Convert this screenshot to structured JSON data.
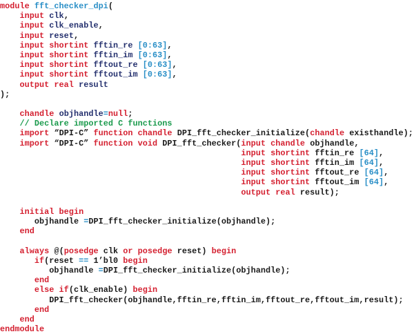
{
  "colors": {
    "keyword": "#d41f2f",
    "identifier": "#24306e",
    "literal": "#2a8fc7",
    "comment": "#1a9a4c",
    "plain": "#1a1a1a"
  },
  "lines": [
    [
      {
        "t": "module ",
        "k": "k"
      },
      {
        "t": "fft_checker_dpi",
        "k": "n"
      },
      {
        "t": "(",
        "k": "p"
      }
    ],
    [
      {
        "t": "    input ",
        "k": "k"
      },
      {
        "t": "clk",
        "k": "i"
      },
      {
        "t": ",",
        "k": "p"
      }
    ],
    [
      {
        "t": "    input ",
        "k": "k"
      },
      {
        "t": "clk_enable",
        "k": "i"
      },
      {
        "t": ",",
        "k": "p"
      }
    ],
    [
      {
        "t": "    input ",
        "k": "k"
      },
      {
        "t": "reset",
        "k": "i"
      },
      {
        "t": ",",
        "k": "p"
      }
    ],
    [
      {
        "t": "    input shortint ",
        "k": "k"
      },
      {
        "t": "fftin_re ",
        "k": "i"
      },
      {
        "t": "[0:63]",
        "k": "n"
      },
      {
        "t": ",",
        "k": "p"
      }
    ],
    [
      {
        "t": "    input shortint ",
        "k": "k"
      },
      {
        "t": "fftin_im ",
        "k": "i"
      },
      {
        "t": "[0:63]",
        "k": "n"
      },
      {
        "t": ",",
        "k": "p"
      }
    ],
    [
      {
        "t": "    input shortint ",
        "k": "k"
      },
      {
        "t": "fftout_re ",
        "k": "i"
      },
      {
        "t": "[0:63]",
        "k": "n"
      },
      {
        "t": ",",
        "k": "p"
      }
    ],
    [
      {
        "t": "    input shortint ",
        "k": "k"
      },
      {
        "t": "fftout_im ",
        "k": "i"
      },
      {
        "t": "[0:63]",
        "k": "n"
      },
      {
        "t": ",",
        "k": "p"
      }
    ],
    [
      {
        "t": "    output real ",
        "k": "k"
      },
      {
        "t": "result",
        "k": "i"
      }
    ],
    [
      {
        "t": ");",
        "k": "p"
      }
    ],
    [],
    [
      {
        "t": "    chandle ",
        "k": "k"
      },
      {
        "t": "objhandle",
        "k": "i"
      },
      {
        "t": "=",
        "k": "n"
      },
      {
        "t": "null",
        "k": "k"
      },
      {
        "t": ";",
        "k": "p"
      }
    ],
    [
      {
        "t": "    // Declare imported C functions",
        "k": "c"
      }
    ],
    [
      {
        "t": "    import ",
        "k": "k"
      },
      {
        "t": "“DPI-C” ",
        "k": "p"
      },
      {
        "t": "function chandle ",
        "k": "k"
      },
      {
        "t": "DPI_fft_checker_initialize(",
        "k": "p"
      },
      {
        "t": "chandle ",
        "k": "k"
      },
      {
        "t": "existhandle);",
        "k": "p"
      }
    ],
    [
      {
        "t": "    import ",
        "k": "k"
      },
      {
        "t": "“DPI-C” ",
        "k": "p"
      },
      {
        "t": "function void ",
        "k": "k"
      },
      {
        "t": "DPI_fft_checker(",
        "k": "p"
      },
      {
        "t": "input chandle ",
        "k": "k"
      },
      {
        "t": "objhandle,",
        "k": "p"
      }
    ],
    [
      {
        "t": "                                                 input shortint ",
        "k": "k"
      },
      {
        "t": "fftin_re ",
        "k": "p"
      },
      {
        "t": "[64]",
        "k": "n"
      },
      {
        "t": ",",
        "k": "p"
      }
    ],
    [
      {
        "t": "                                                 input shortint ",
        "k": "k"
      },
      {
        "t": "fftin_im ",
        "k": "p"
      },
      {
        "t": "[64]",
        "k": "n"
      },
      {
        "t": ",",
        "k": "p"
      }
    ],
    [
      {
        "t": "                                                 input shortint ",
        "k": "k"
      },
      {
        "t": "fftout_re ",
        "k": "p"
      },
      {
        "t": "[64]",
        "k": "n"
      },
      {
        "t": ",",
        "k": "p"
      }
    ],
    [
      {
        "t": "                                                 input shortint ",
        "k": "k"
      },
      {
        "t": "fftout_im ",
        "k": "p"
      },
      {
        "t": "[64]",
        "k": "n"
      },
      {
        "t": ",",
        "k": "p"
      }
    ],
    [
      {
        "t": "                                                 output real ",
        "k": "k"
      },
      {
        "t": "result);",
        "k": "p"
      }
    ],
    [],
    [
      {
        "t": "    initial begin",
        "k": "k"
      }
    ],
    [
      {
        "t": "       objhandle ",
        "k": "p"
      },
      {
        "t": "=",
        "k": "n"
      },
      {
        "t": "DPI_fft_checker_initialize(objhandle);",
        "k": "p"
      }
    ],
    [
      {
        "t": "    end",
        "k": "k"
      }
    ],
    [],
    [
      {
        "t": "    always ",
        "k": "k"
      },
      {
        "t": "@(",
        "k": "p"
      },
      {
        "t": "posedge ",
        "k": "k"
      },
      {
        "t": "clk ",
        "k": "p"
      },
      {
        "t": "or posedge ",
        "k": "k"
      },
      {
        "t": "reset) ",
        "k": "p"
      },
      {
        "t": "begin",
        "k": "k"
      }
    ],
    [
      {
        "t": "       if",
        "k": "k"
      },
      {
        "t": "(reset ",
        "k": "p"
      },
      {
        "t": "==",
        "k": "n"
      },
      {
        "t": " 1’bl0 ",
        "k": "p"
      },
      {
        "t": "begin",
        "k": "k"
      }
    ],
    [
      {
        "t": "          objhandle ",
        "k": "p"
      },
      {
        "t": "=",
        "k": "n"
      },
      {
        "t": "DPI_fft_checker_initialize(objhandle);",
        "k": "p"
      }
    ],
    [
      {
        "t": "       end",
        "k": "k"
      }
    ],
    [
      {
        "t": "       else if",
        "k": "k"
      },
      {
        "t": "(clk_enable) ",
        "k": "p"
      },
      {
        "t": "begin",
        "k": "k"
      }
    ],
    [
      {
        "t": "          DPI_fft_checker(objhandle,fftin_re,fftin_im,fftout_re,fftout_im,result);",
        "k": "p"
      }
    ],
    [
      {
        "t": "       end",
        "k": "k"
      }
    ],
    [
      {
        "t": "    end",
        "k": "k"
      }
    ],
    [
      {
        "t": "endmodule",
        "k": "k"
      }
    ]
  ]
}
